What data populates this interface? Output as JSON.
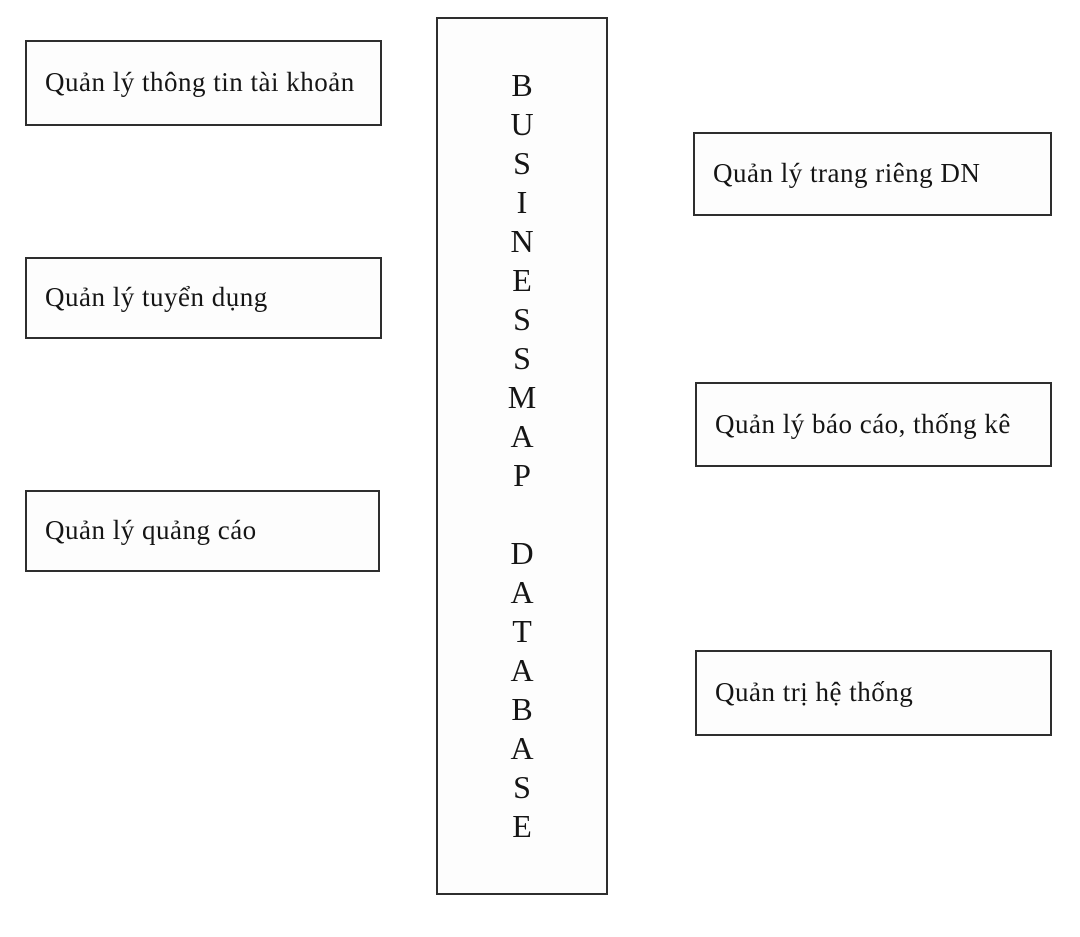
{
  "diagram": {
    "left_boxes": [
      {
        "label": "Quản lý thông tin tài khoản"
      },
      {
        "label": "Quản lý tuyển dụng"
      },
      {
        "label": "Quản lý quảng cáo"
      }
    ],
    "center": {
      "letters_top": [
        "B",
        "U",
        "S",
        "I",
        "N",
        "E",
        "S",
        "S",
        "M",
        "A",
        "P"
      ],
      "letters_bottom": [
        "D",
        "A",
        "T",
        "A",
        "B",
        "A",
        "S",
        "E"
      ]
    },
    "right_boxes": [
      {
        "label": "Quản lý trang riêng DN"
      },
      {
        "label": "Quản lý báo cáo, thống kê"
      },
      {
        "label": "Quản trị hệ thống"
      }
    ]
  },
  "colors": {
    "background": "#ffffff",
    "border": "#2e2e2e",
    "text": "#151515"
  }
}
